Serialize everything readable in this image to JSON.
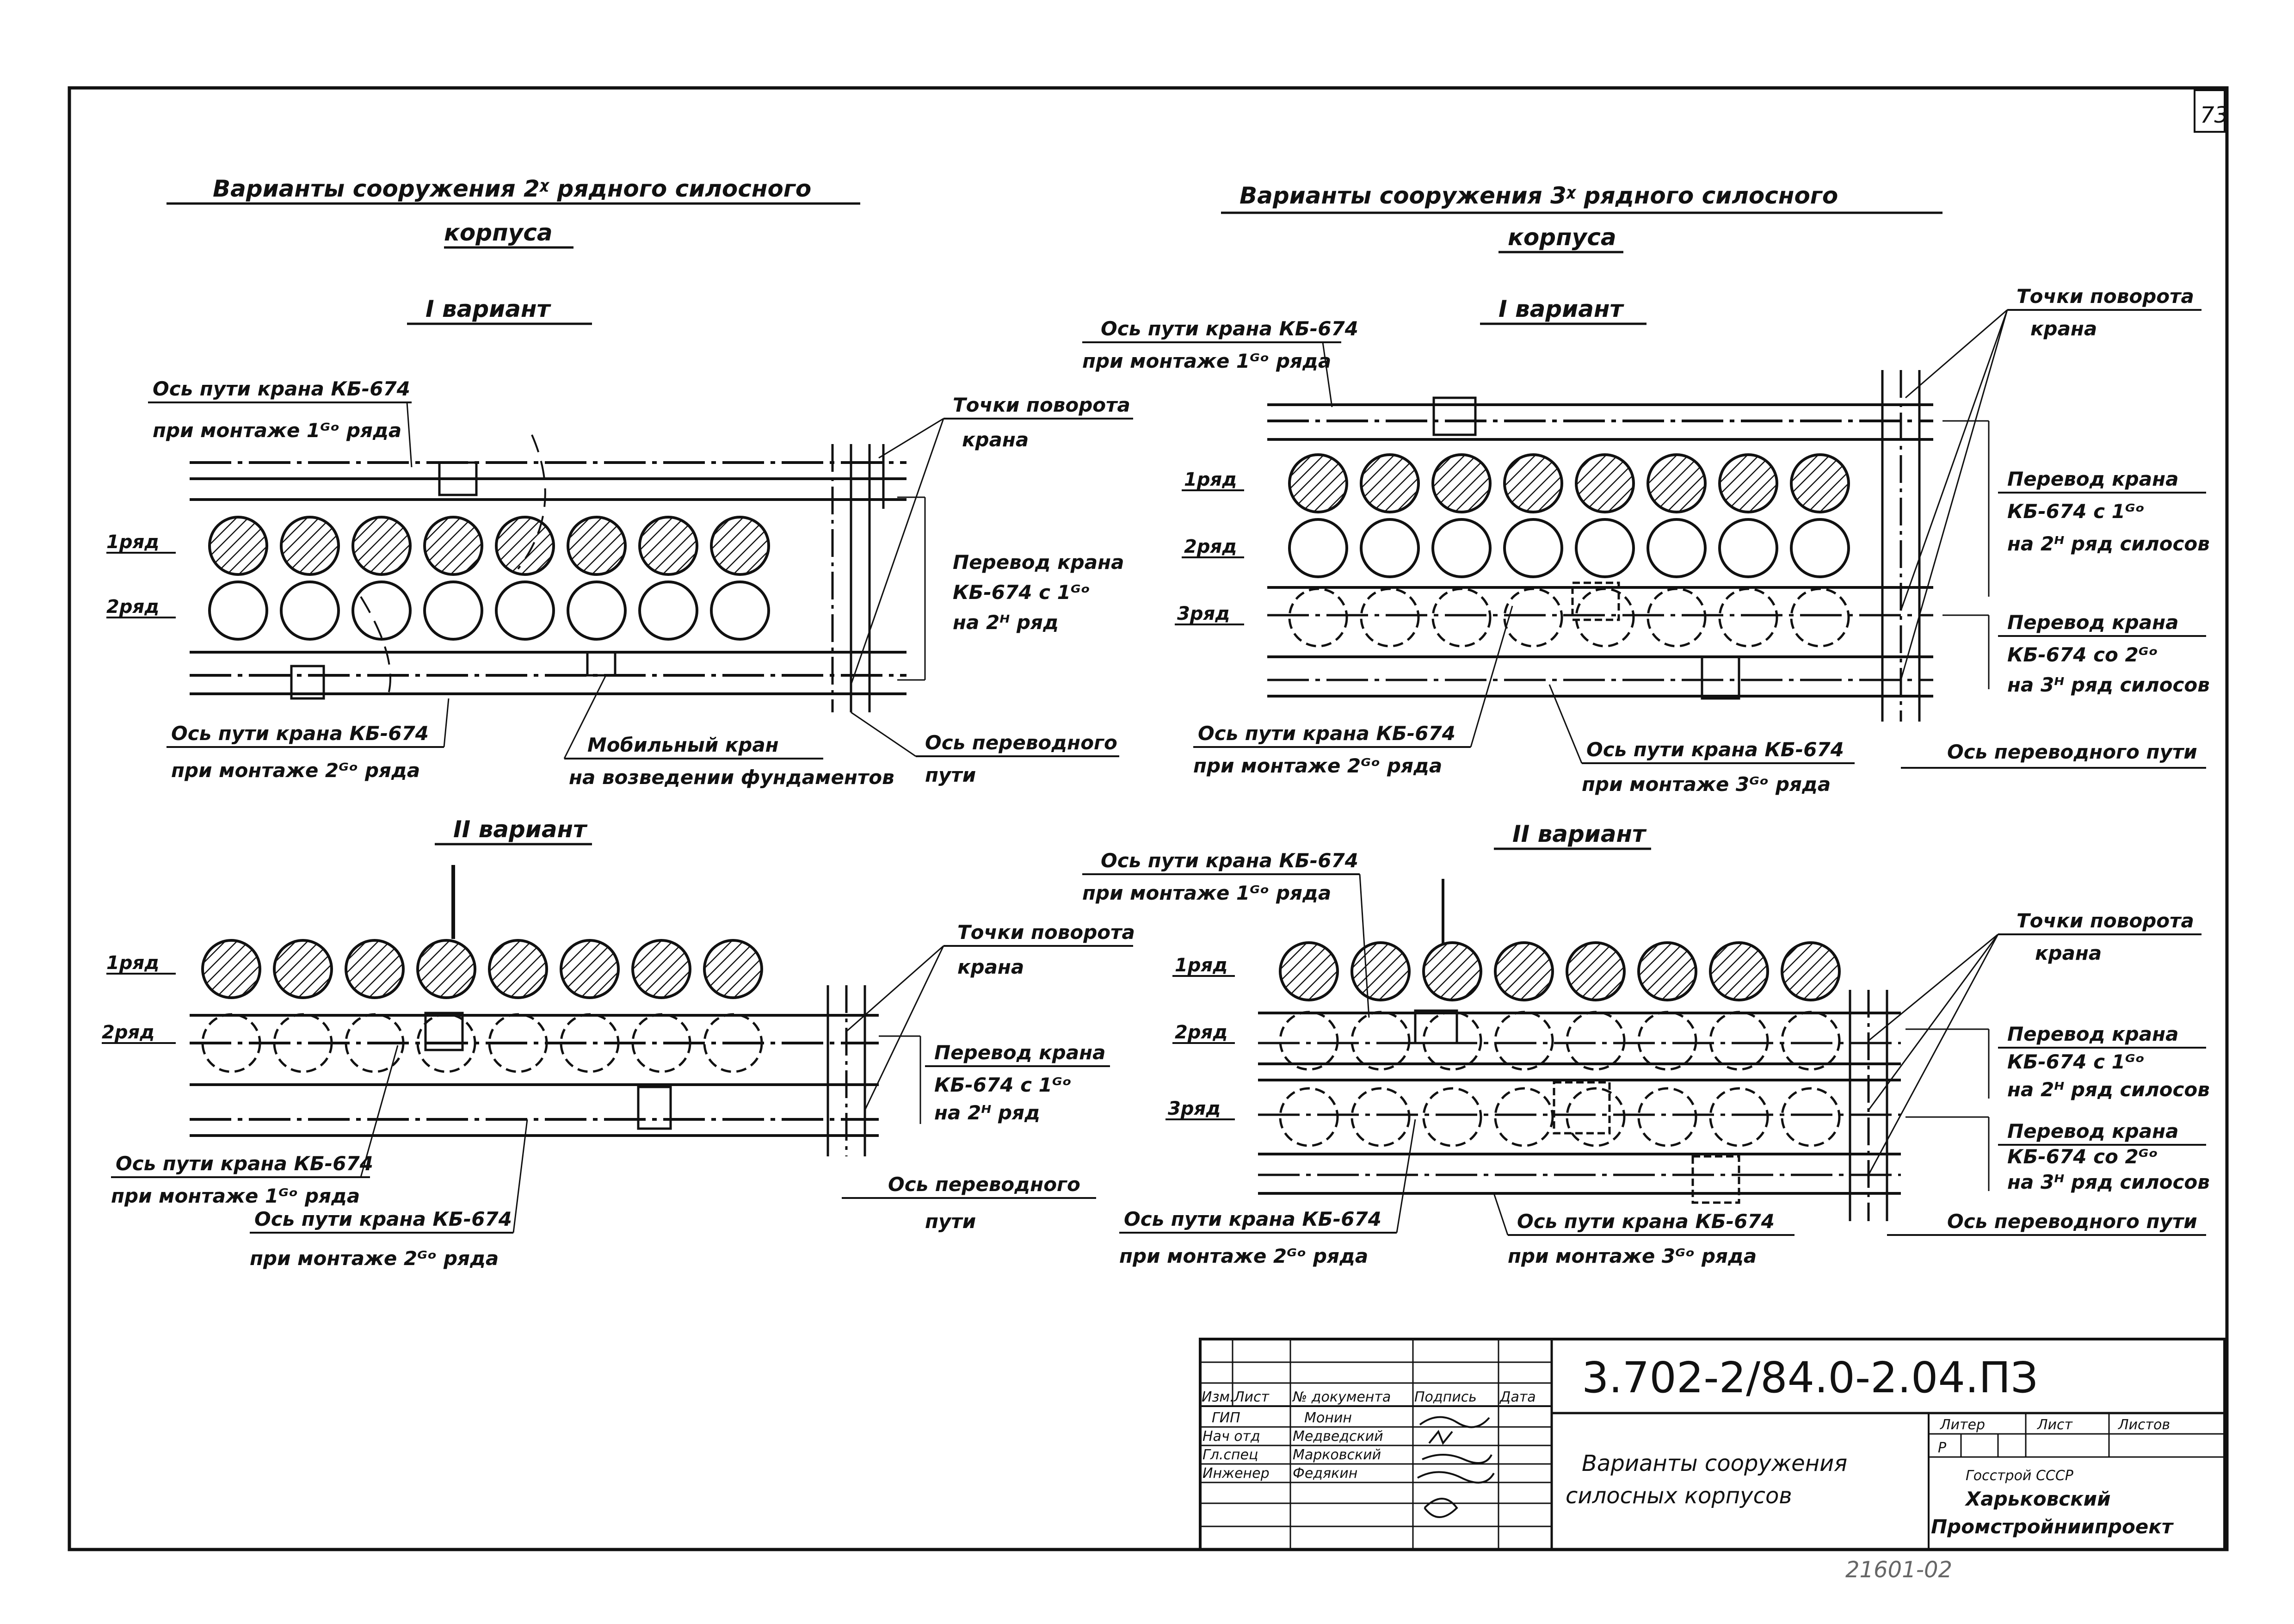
{
  "page_number": "73",
  "two_row": {
    "title_line1": "Варианты сооружения 2ᵡ рядного силосного",
    "title_line2": "корпуса",
    "variant1": {
      "heading": "I вариант",
      "axis1_line1": "Ось пути крана КБ-674",
      "axis1_line2": "при монтаже 1ᴳᵒ ряда",
      "turn_points_line1": "Точки поворота",
      "turn_points_line2": "крана",
      "transfer_line1": "Перевод крана",
      "transfer_line2": "КБ-674 с 1ᴳᵒ",
      "transfer_line3": "на 2ᴴ ряд",
      "row1": "1ряд",
      "row2": "2ряд",
      "axis2_line1": "Ось пути крана КБ-674",
      "axis2_line2": "при монтаже 2ᴳᵒ ряда",
      "mobile_line1": "Мобильный кран",
      "mobile_line2": "на возведении фундаментов",
      "transfer_axis_line1": "Ось переводного",
      "transfer_axis_line2": "пути"
    },
    "variant2": {
      "heading": "II вариант",
      "row1": "1ряд",
      "row2": "2ряд",
      "turn_points_line1": "Точки поворота",
      "turn_points_line2": "крана",
      "transfer_line1": "Перевод крана",
      "transfer_line2": "КБ-674 с 1ᴳᵒ",
      "transfer_line3": "на 2ᴴ ряд",
      "axis1_line1": "Ось пути крана КБ-674",
      "axis1_line2": "при монтаже 1ᴳᵒ ряда",
      "axis2_line1": "Ось пути крана КБ-674",
      "axis2_line2": "при монтаже 2ᴳᵒ ряда",
      "transfer_axis_line1": "Ось переводного",
      "transfer_axis_line2": "пути"
    }
  },
  "three_row": {
    "title_line1": "Варианты сооружения 3ᵡ рядного силосного",
    "title_line2": "корпуса",
    "variant1": {
      "heading": "I вариант",
      "axis1_line1": "Ось пути крана КБ-674",
      "axis1_line2": "при монтаже 1ᴳᵒ ряда",
      "turn_points_line1": "Точки поворота",
      "turn_points_line2": "крана",
      "row1": "1ряд",
      "row2": "2ряд",
      "row3": "3ряд",
      "transfer1_line1": "Перевод крана",
      "transfer1_line2": "КБ-674 с 1ᴳᵒ",
      "transfer1_line3": "на 2ᴴ ряд силосов",
      "transfer2_line1": "Перевод крана",
      "transfer2_line2": "КБ-674 со 2ᴳᵒ",
      "transfer2_line3": "на 3ᴴ ряд силосов",
      "axis2_line1": "Ось пути крана КБ-674",
      "axis2_line2": "при монтаже 2ᴳᵒ ряда",
      "axis3_line1": "Ось пути крана КБ-674",
      "axis3_line2": "при монтаже 3ᴳᵒ ряда",
      "transfer_axis": "Ось переводного пути"
    },
    "variant2": {
      "heading": "II вариант",
      "axis1_line1": "Ось пути крана КБ-674",
      "axis1_line2": "при монтаже 1ᴳᵒ ряда",
      "row1": "1ряд",
      "row2": "2ряд",
      "row3": "3ряд",
      "turn_points_line1": "Точки поворота",
      "turn_points_line2": "крана",
      "transfer1_line1": "Перевод крана",
      "transfer1_line2": "КБ-674 с 1ᴳᵒ",
      "transfer1_line3": "на 2ᴴ ряд силосов",
      "transfer2_line1": "Перевод крана",
      "transfer2_line2": "КБ-674 со 2ᴳᵒ",
      "transfer2_line3": "на 3ᴴ ряд силосов",
      "axis2_line1": "Ось пути крана КБ-674",
      "axis2_line2": "при монтаже 2ᴳᵒ ряда",
      "axis3_line1": "Ось пути крана КБ-674",
      "axis3_line2": "при монтаже 3ᴳᵒ ряда",
      "transfer_axis": "Ось переводного пути"
    }
  },
  "title_block": {
    "doc_code": "3.702-2/84.0-2.04.ПЗ",
    "headers": [
      "Изм.",
      "Лист",
      "№ документа",
      "Подпись",
      "Дата"
    ],
    "people": [
      {
        "role": "ГИП",
        "name": "Монин"
      },
      {
        "role": "Нач отд",
        "name": "Медведский"
      },
      {
        "role": "Гл.спец",
        "name": "Марковский"
      },
      {
        "role": "Инженер",
        "name": "Федякин"
      }
    ],
    "drawing_title_line1": "Варианты сооружения",
    "drawing_title_line2": "силосных корпусов",
    "stage_header": "Литер",
    "sheet_header": "Лист",
    "sheets_header": "Листов",
    "stage_value": "Р",
    "org_line1": "Госстрой СССР",
    "org_line2": "Харьковский",
    "org_line3": "Промстройниипроект"
  },
  "stamp_number": "21601-02"
}
